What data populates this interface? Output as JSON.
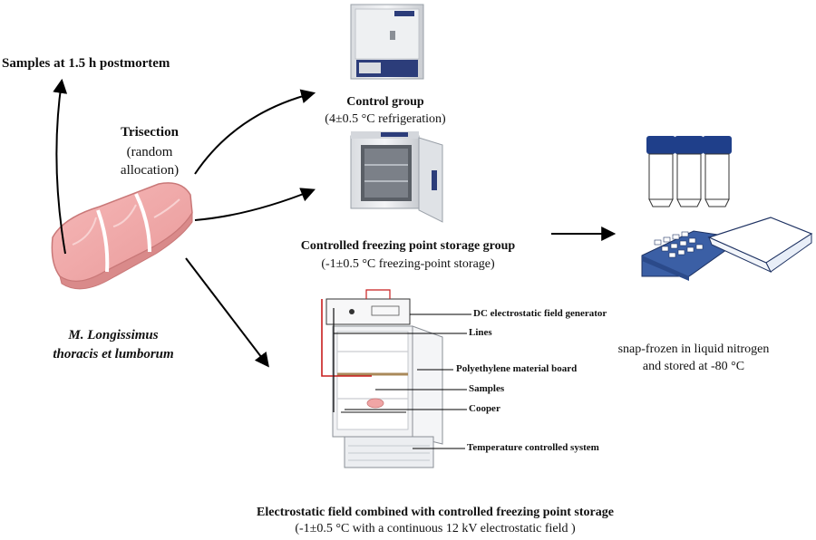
{
  "labels": {
    "samples_postmortem": "Samples at 1.5 h postmortem",
    "trisection_title": "Trisection",
    "trisection_note_1": "(random",
    "trisection_note_2": "allocation)",
    "muscle_line_1": "M. Longissimus",
    "muscle_line_2": "thoracis et lumborum",
    "control_title": "Control group",
    "control_detail": "(4±0.5 °C refrigeration)",
    "cfp_title": "Controlled freezing point storage group",
    "cfp_detail": "(-1±0.5 °C freezing-point storage)",
    "ef_title": "Electrostatic field combined with controlled freezing point storage",
    "ef_detail": "(-1±0.5 °C with a continuous 12 kV electrostatic field )",
    "snap_line_1": "snap-frozen in liquid nitrogen",
    "snap_line_2": "and stored at -80 °C"
  },
  "callouts": {
    "generator": "DC electrostatic field generator",
    "lines": "Lines",
    "board": "Polyethylene material board",
    "samples": "Samples",
    "cooper": "Cooper",
    "temp_system": "Temperature controlled system"
  },
  "colors": {
    "meat": "#f0a5a5",
    "meat_dark": "#d98080",
    "wire_red": "#c81e1e",
    "tube_cap": "#1f3f8a",
    "rack": "#3b5fa5",
    "fridge_body": "#e9ebee",
    "fridge_panel": "#2c3d7a"
  },
  "icons": [
    "meat-icon",
    "refrigerator-icon",
    "incubator-icon",
    "electrostatic-freezer-icon",
    "cryotube-icon",
    "tube-rack-icon"
  ]
}
